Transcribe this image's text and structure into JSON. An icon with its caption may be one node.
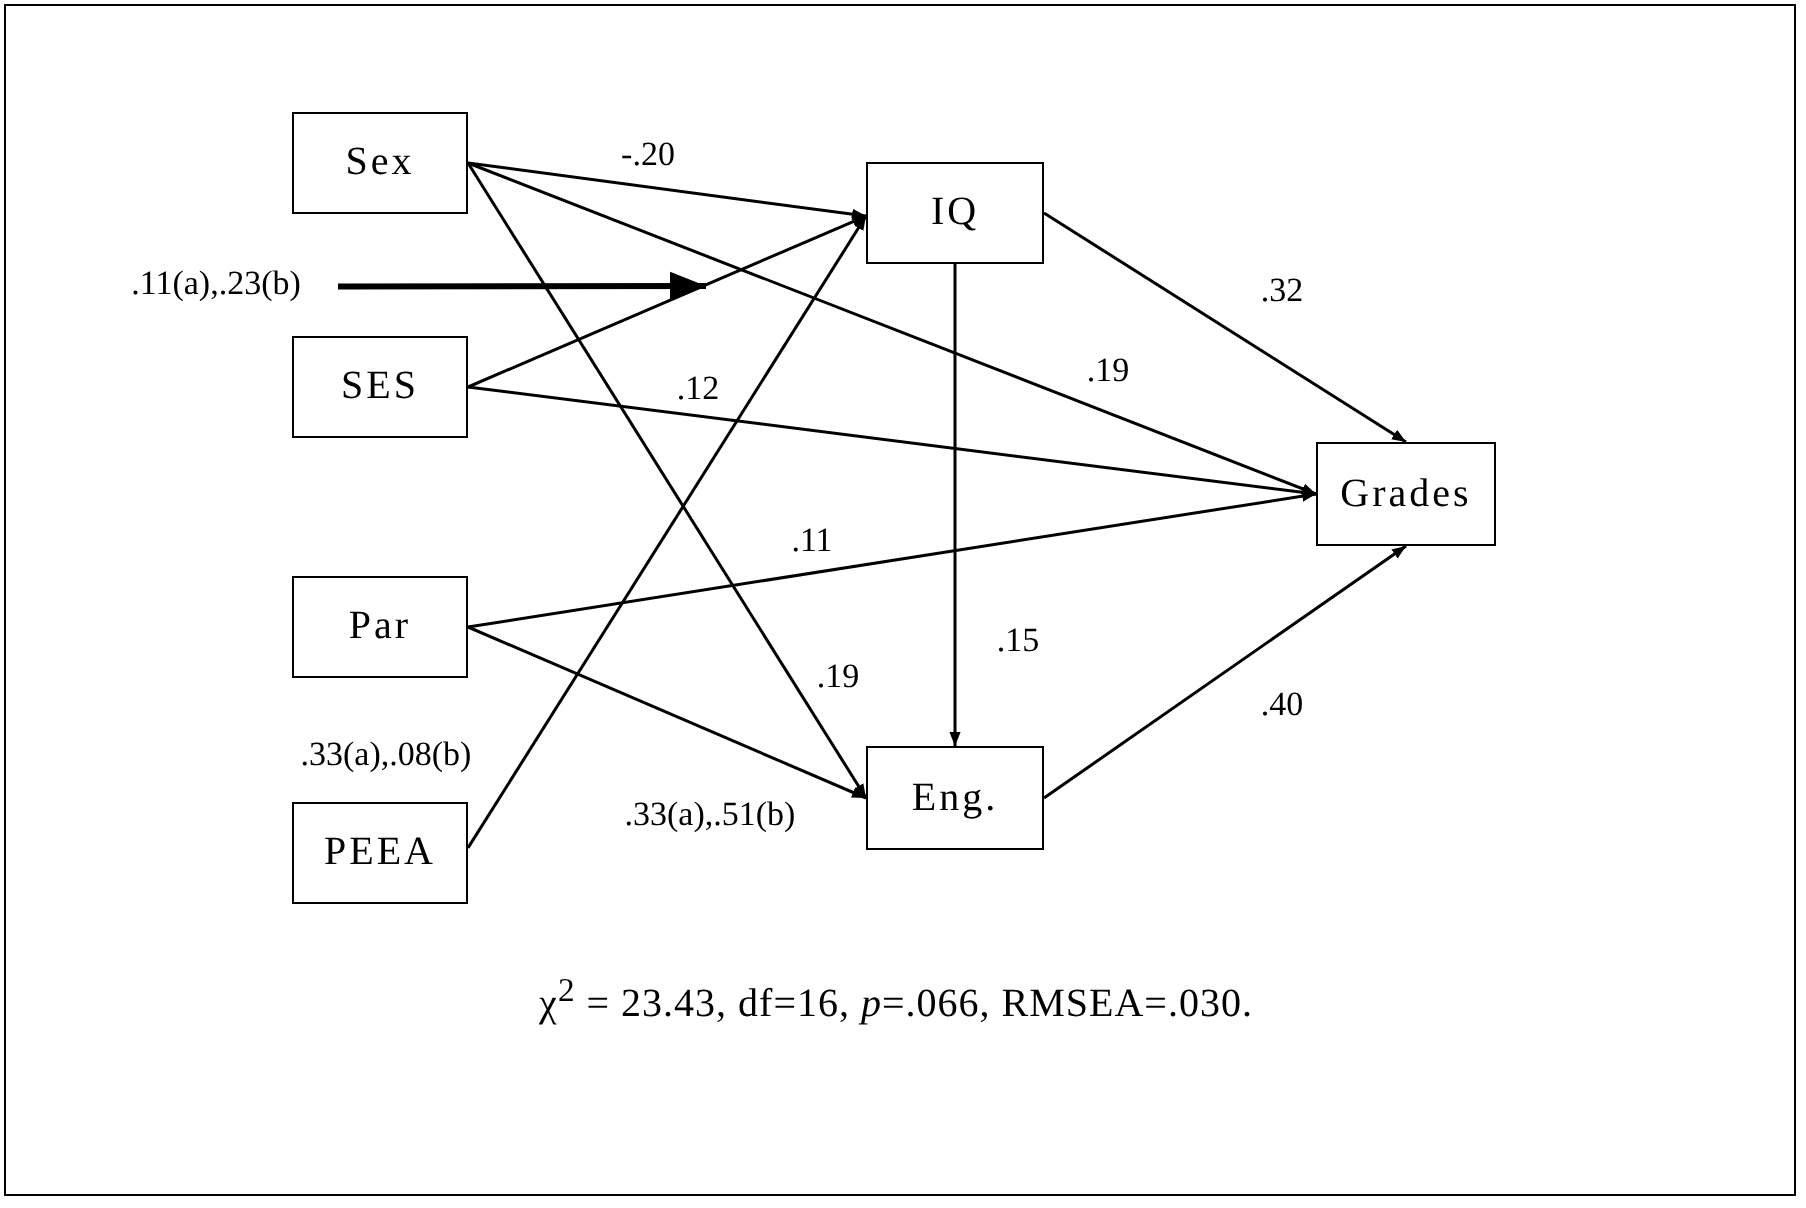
{
  "diagram": {
    "caption": "χ$^{2}$ = 23.43, df=16, *p*=.066, RMSEA=.030.",
    "nodes": [
      {
        "text": [
          "Sex"
        ]
      },
      {
        "text": [
          "IQ"
        ]
      },
      {
        "text": [
          ".11(a),.23(b)"
        ]
      },
      {
        "text": [
          "SES"
        ]
      },
      {
        "text": [
          "Grades"
        ]
      },
      {
        "text": [
          "Par"
        ]
      },
      {
        "text": [
          "Eng."
        ]
      },
      {
        "text": [
          "PEEA"
        ]
      }
    ],
    "edges": [
      {
        "from": 0,
        "to": 1,
        "arrow": "to",
        "label": "-.20"
      },
      {
        "from": 0,
        "to": 4,
        "arrow": "to",
        "label": ".19"
      },
      {
        "from": 0,
        "to": 6,
        "arrow": "to",
        "label": ".19"
      },
      {
        "from": 3,
        "to": 1,
        "arrow": "to"
      },
      {
        "from": 3,
        "to": 4,
        "arrow": "to",
        "label": ".12"
      },
      {
        "from": 5,
        "to": 4,
        "arrow": "to",
        "label": ".11"
      },
      {
        "from": 5,
        "to": 6,
        "arrow": "to",
        "label": ".33(a),.51(b)"
      },
      {
        "from": 7,
        "to": 1,
        "arrow": "to",
        "label": ".33(a),.08(b)"
      },
      {
        "from": 1,
        "to": 4,
        "arrow": "to",
        "label": ".32"
      },
      {
        "from": 1,
        "to": 6,
        "arrow": "to",
        "label": ".15"
      },
      {
        "from": 6,
        "to": 4,
        "arrow": "to",
        "label": ".40"
      },
      {
        "from": 2,
        "to": null,
        "arrow": "to",
        "style": "thick"
      }
    ]
  }
}
